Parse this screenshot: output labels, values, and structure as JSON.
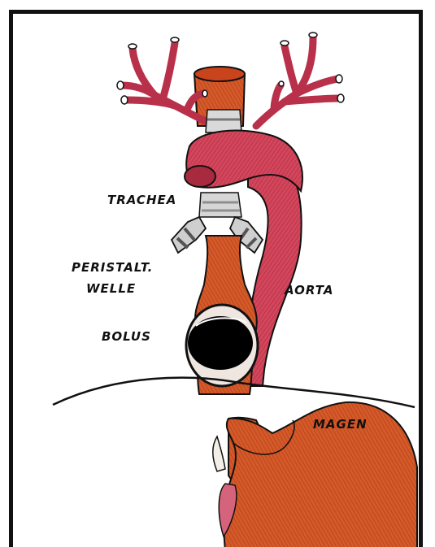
{
  "labels": {
    "trachea": "TRACHEA",
    "peristalt": "PERISTALT.",
    "welle": "WELLE",
    "aorta": "AORTA",
    "bolus": "BOLUS",
    "magen": "MAGEN"
  },
  "colors": {
    "aorta": "#c8384f",
    "esophagus": "#c4431c",
    "stomach": "#cf5a24",
    "trachea_rings": "#b9b9b9",
    "bolus": "#000000",
    "outline": "#111111"
  }
}
